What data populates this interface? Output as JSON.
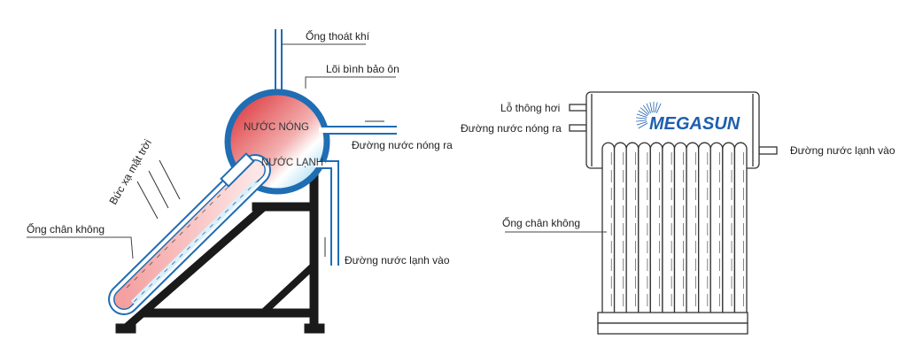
{
  "left_diagram": {
    "labels": {
      "vent_pipe": "Ống thoát khí",
      "tank_core": "Lõi bình bảo ôn",
      "hot_out": "Đường nước nóng ra",
      "cold_in": "Đường nước lạnh vào",
      "vacuum_tube": "Ống chân không",
      "solar_radiation": "Bức xạ mặt trời",
      "hot_water": "NƯỚC NÓNG",
      "cold_water": "NƯỚC LẠNH"
    },
    "colors": {
      "tank_ring": "#1f6db3",
      "hot": "#e23b3b",
      "cold": "#9fd6ef",
      "frame": "#1a1a1a"
    }
  },
  "right_diagram": {
    "labels": {
      "vent_hole": "Lỗ thông hơi",
      "hot_out": "Đường nước nóng ra",
      "cold_in": "Đường nước lạnh vào",
      "vacuum_tube": "Ống chân không"
    },
    "logo": "MEGASUN",
    "tube_count": 12
  }
}
